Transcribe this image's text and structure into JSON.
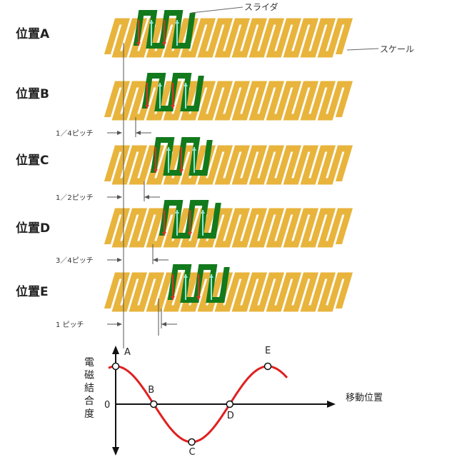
{
  "positions": [
    {
      "label": "位置A",
      "pitch_label": ""
    },
    {
      "label": "位置B",
      "pitch_label": "1／4ピッチ"
    },
    {
      "label": "位置C",
      "pitch_label": "1／2ピッチ"
    },
    {
      "label": "位置D",
      "pitch_label": "3／4ピッチ"
    },
    {
      "label": "位置E",
      "pitch_label": "1 ピッチ"
    }
  ],
  "slider_offset_pitch": [
    0,
    0.25,
    0.5,
    0.75,
    1.0
  ],
  "callouts": {
    "slider": "スライダ",
    "scale": "スケール"
  },
  "colors": {
    "scale": "#E8B43C",
    "slider": "#127A1C",
    "curve": "#E02020",
    "arrow_red": "#E03020",
    "arrow_cyan": "#8FE8D8"
  },
  "graph": {
    "y_label": "電磁結合度",
    "x_label": "移動位置",
    "zero_label": "0",
    "points": [
      "A",
      "B",
      "C",
      "D",
      "E"
    ],
    "coupling_values": [
      1,
      0,
      -1,
      0,
      1
    ]
  }
}
